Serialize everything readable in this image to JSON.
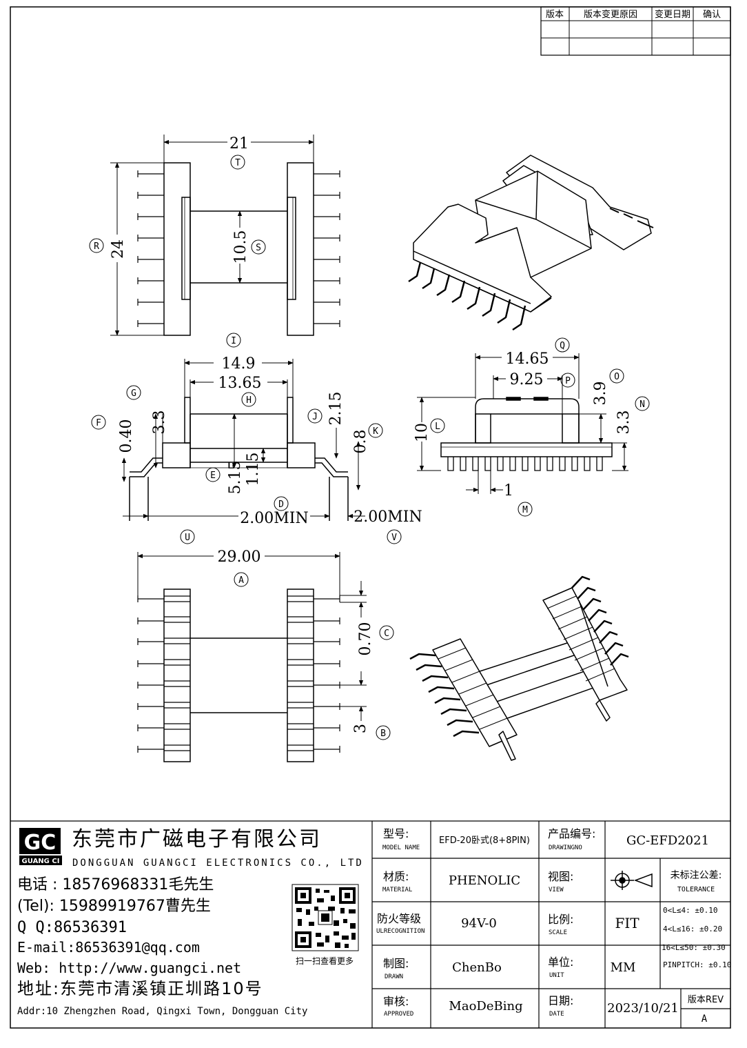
{
  "revision_table": {
    "headers": [
      "版本",
      "版本变更原因",
      "变更日期",
      "确认"
    ]
  },
  "dimensions": {
    "top": {
      "width": "21",
      "height": "24",
      "gap": "10.5",
      "label_t": "T",
      "label_r": "R",
      "label_s": "S"
    },
    "side": {
      "w1": "14.9",
      "w2": "13.65",
      "h1": "3.3",
      "h2": "0.40",
      "h3": "2.15",
      "h4": "0.8",
      "h5": "5.15",
      "h6": "1.15",
      "min_left": "2.00MIN",
      "min_right": "2.00MIN"
    },
    "front": {
      "w1": "14.65",
      "w2": "9.25",
      "h1": "10",
      "h2": "3.9",
      "h3": "3.3",
      "pitch": "1"
    },
    "bottom": {
      "width": "29.00",
      "pitch": "0.70",
      "pad": "3"
    },
    "letters": [
      "I",
      "G",
      "F",
      "H",
      "J",
      "K",
      "E",
      "D",
      "U",
      "V",
      "Q",
      "P",
      "O",
      "N",
      "L",
      "M",
      "A",
      "C",
      "B"
    ]
  },
  "company": {
    "logo_letters": "GC",
    "logo_text": "GUANG CI",
    "name_cn": "东莞市广磁电子有限公司",
    "name_en": "DONGGUAN GUANGCI ELECTRONICS CO., LTD",
    "phone": "电话 : 18576968331毛先生",
    "tel": "(Tel): 15989919767曹先生",
    "qq": "Q Q:86536391",
    "email": "E-mail:86536391@qq.com",
    "web": "Web: http://www.guangci.net",
    "addr_cn": "地址:东莞市清溪镇正圳路10号",
    "addr_en": "Addr:10 Zhengzhen Road, Qingxi Town, Dongguan City",
    "qr_caption": "扫一扫查看更多"
  },
  "title_block": {
    "model_label": "型号:",
    "model_label_en": "MODEL NAME",
    "model_value": "EFD-20卧式(8+8PIN)",
    "drawing_label": "产品编号:",
    "drawing_label_en": "DRAWINGNO",
    "drawing_value": "GC-EFD2021",
    "material_label": "材质:",
    "material_label_en": "MATERIAL",
    "material_value": "PHENOLIC",
    "view_label": "视图:",
    "view_label_en": "VIEW",
    "tolerance_label": "未标注公差:",
    "tolerance_label_en": "TOLERANCE",
    "tol1": "0<L≤4: ±0.10",
    "tol2": "4<L≤16: ±0.20",
    "tol3": "16<L≤50: ±0.30",
    "tol4": "PINPITCH: ±0.10",
    "fire_label": "防火等级",
    "fire_label_en": "ULRECOGNITION",
    "fire_value": "94V-0",
    "scale_label": "比例:",
    "scale_label_en": "SCALE",
    "scale_value": "FIT",
    "drawn_label": "制图:",
    "drawn_label_en": "DRAWN",
    "drawn_value": "ChenBo",
    "unit_label": "单位:",
    "unit_label_en": "UNIT",
    "unit_value": "MM",
    "approved_label": "审核:",
    "approved_label_en": "APPROVED",
    "approved_value": "MaoDeBing",
    "date_label": "日期:",
    "date_label_en": "DATE",
    "date_value": "2023/10/21",
    "rev_label": "版本REV",
    "rev_value": "A"
  }
}
